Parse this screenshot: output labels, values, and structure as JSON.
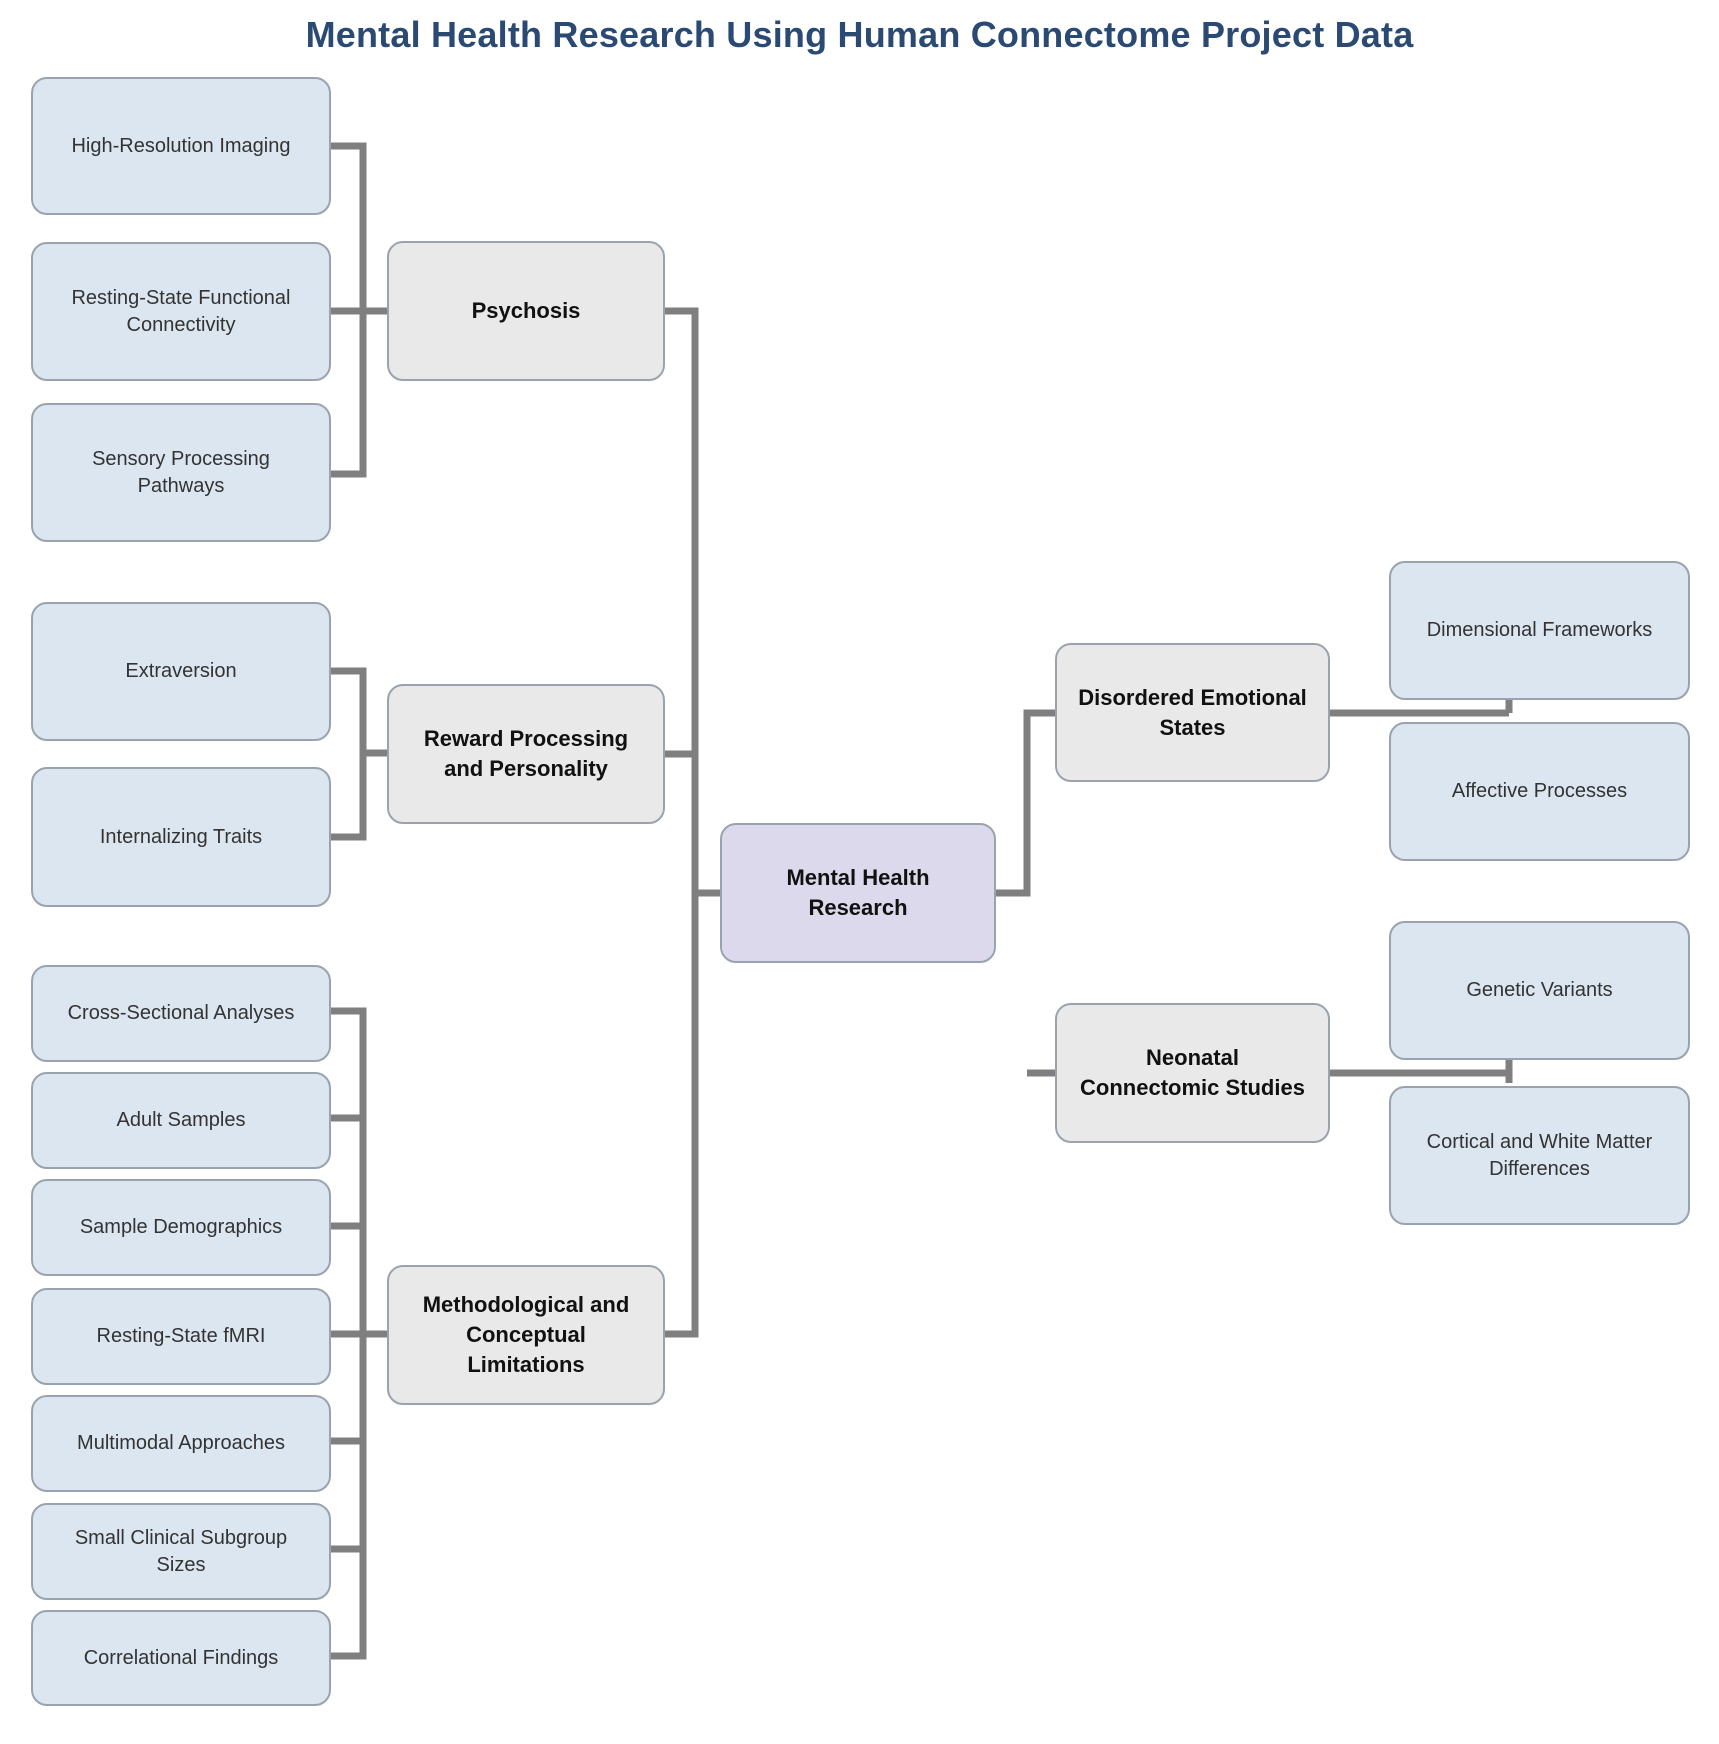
{
  "title": "Mental Health Research Using Human Connectome Project Data",
  "root": {
    "label": "Mental Health Research"
  },
  "branches": [
    {
      "label": "Psychosis",
      "children": [
        "High-Resolution Imaging",
        "Resting-State Functional Connectivity",
        "Sensory Processing Pathways"
      ]
    },
    {
      "label": "Reward Processing and Personality",
      "children": [
        "Extraversion",
        "Internalizing Traits"
      ]
    },
    {
      "label": "Methodological and Conceptual Limitations",
      "children": [
        "Cross-Sectional Analyses",
        "Adult Samples",
        "Sample Demographics",
        "Resting-State fMRI",
        "Multimodal Approaches",
        "Small Clinical Subgroup Sizes",
        "Correlational Findings"
      ]
    },
    {
      "label": "Disordered Emotional States",
      "children": [
        "Dimensional Frameworks",
        "Affective Processes"
      ]
    },
    {
      "label": "Neonatal Connectomic Studies",
      "children": [
        "Genetic Variants",
        "Cortical and White Matter Differences"
      ]
    }
  ],
  "colors": {
    "title": "#2b4a73",
    "leaf_fill": "#dce6f1",
    "category_fill": "#e9e9e9",
    "root_fill": "#ddd9ec",
    "border": "#9aa3ad",
    "connector": "#7f7f7f"
  }
}
